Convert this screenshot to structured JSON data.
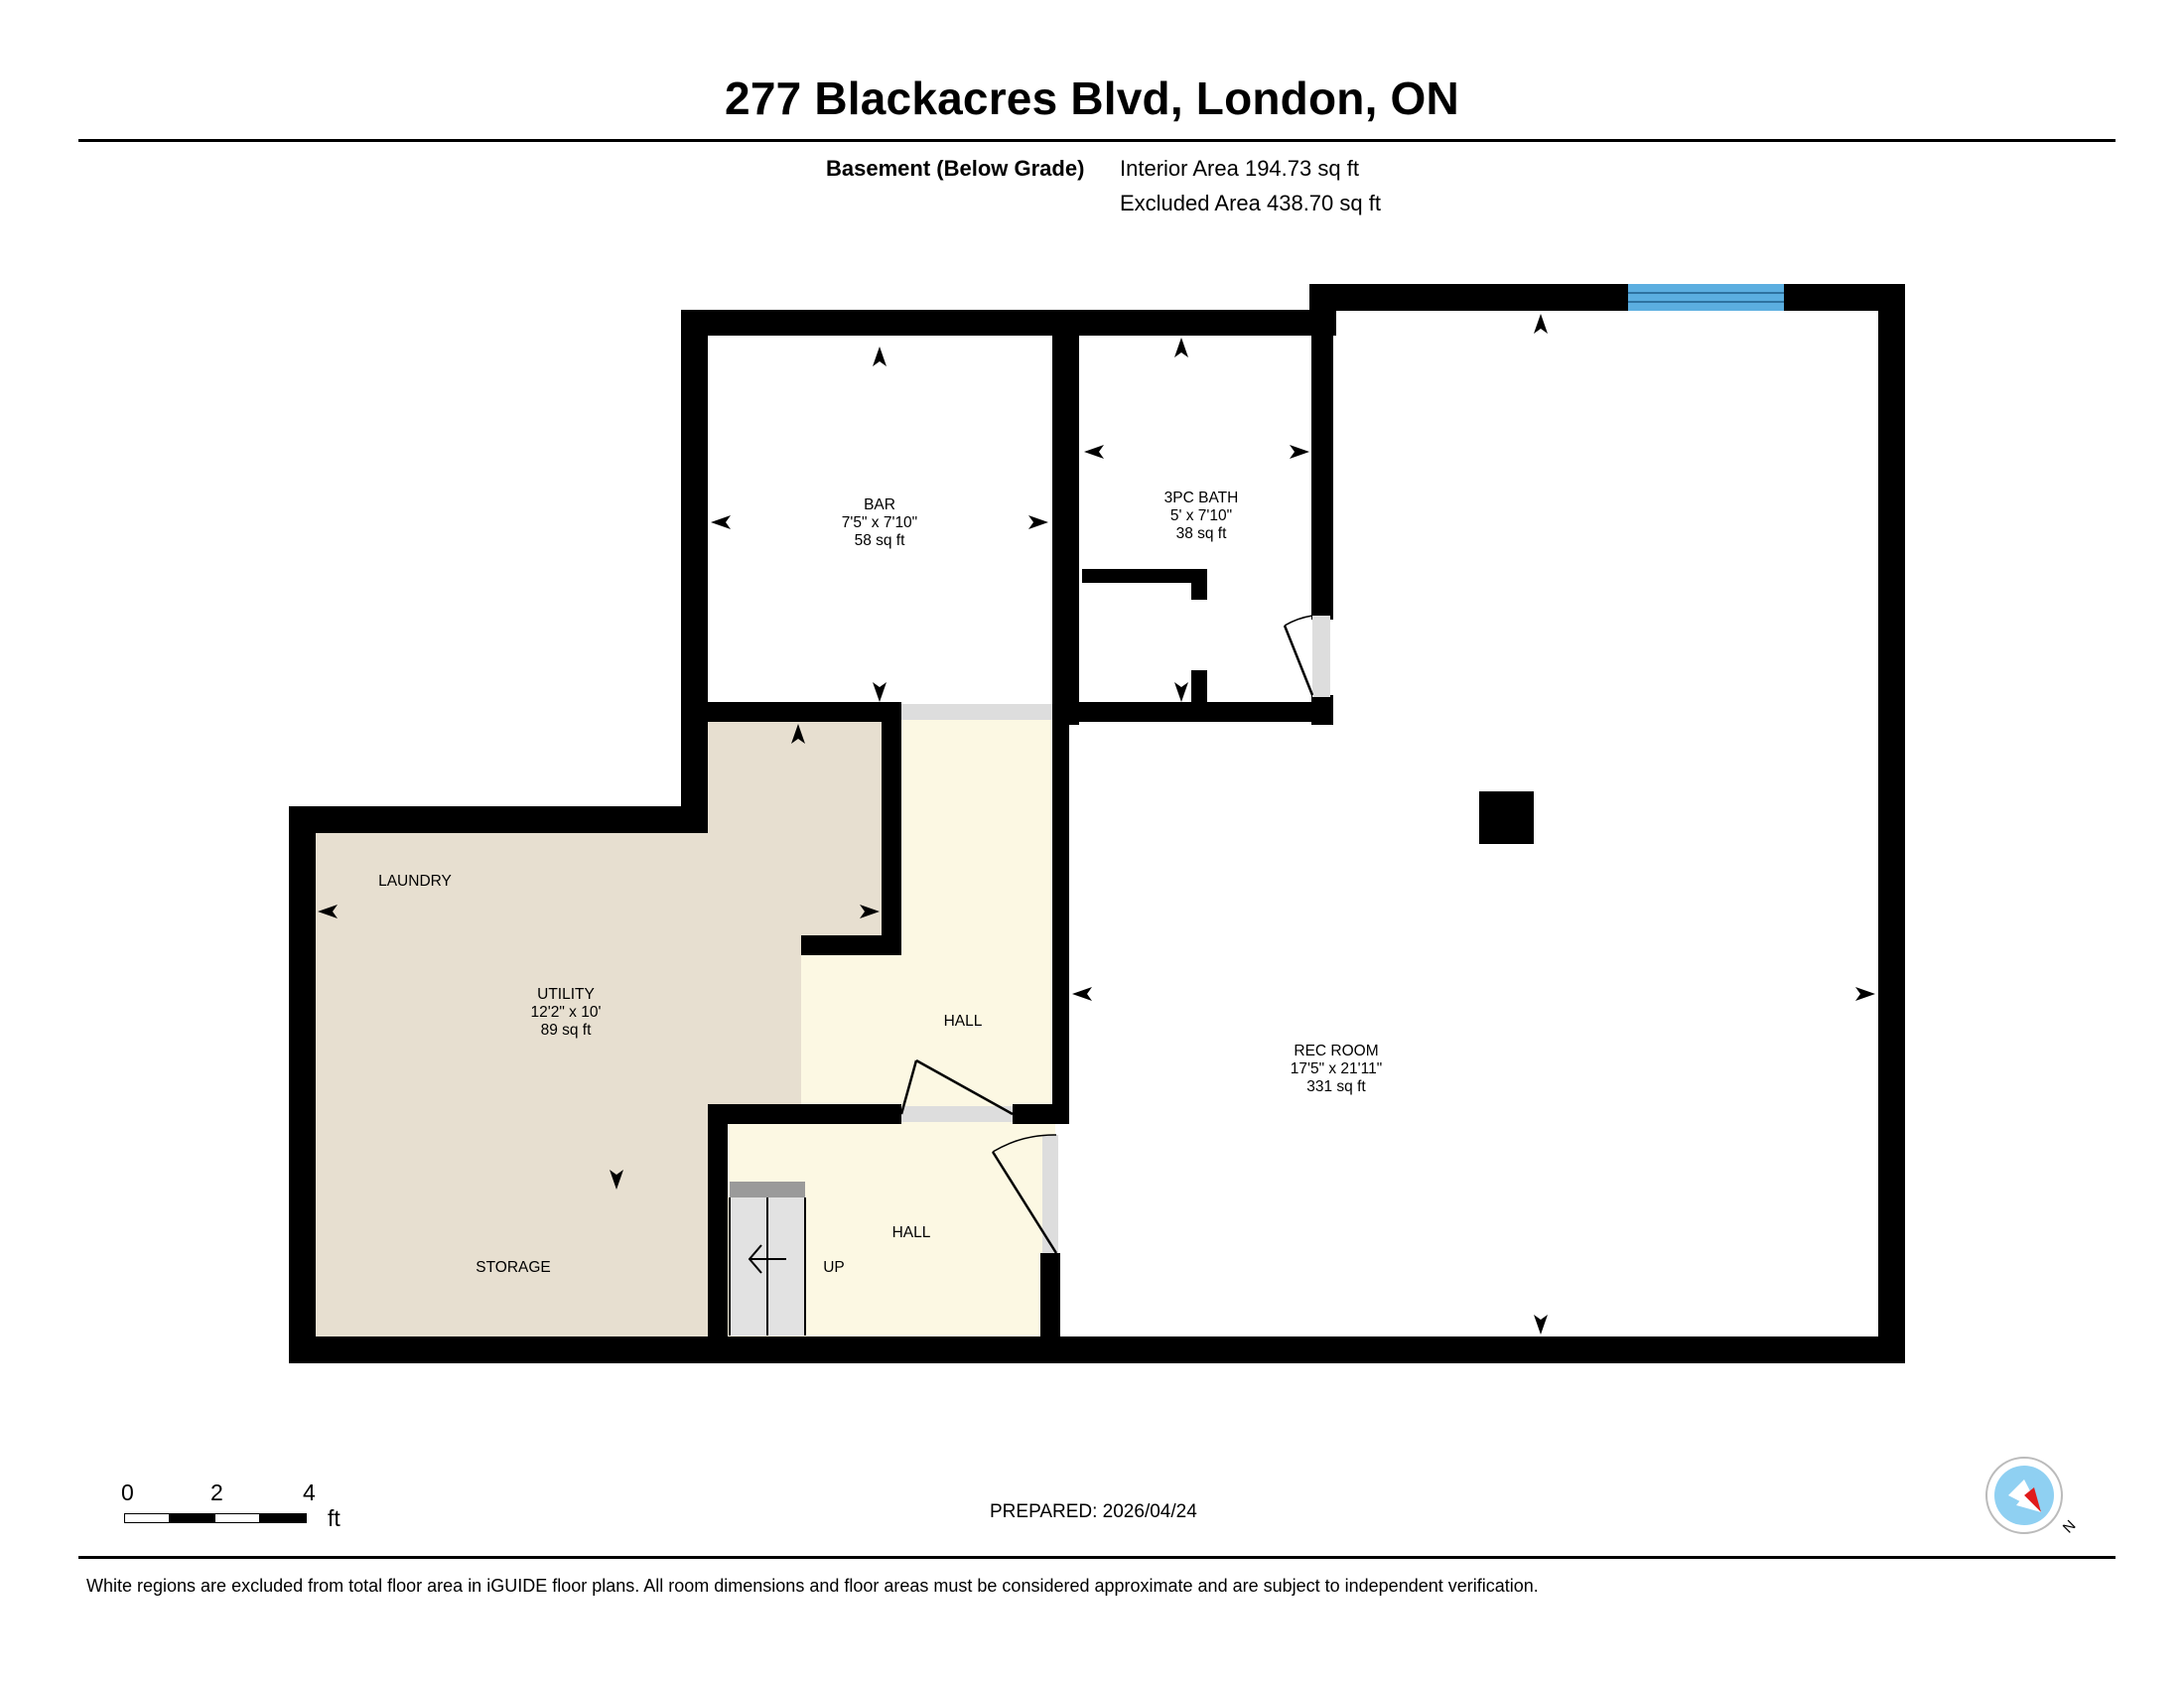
{
  "header": {
    "title": "277 Blackacres Blvd, London, ON"
  },
  "level": {
    "name": "Basement (Below Grade)",
    "interior_area": "Interior Area 194.73 sq ft",
    "excluded_area": "Excluded Area 438.70 sq ft"
  },
  "rooms": {
    "bar": {
      "name": "BAR",
      "dims": "7'5\" x 7'10\"",
      "area": "58 sq ft"
    },
    "bath": {
      "name": "3PC BATH",
      "dims": "5' x 7'10\"",
      "area": "38 sq ft"
    },
    "rec": {
      "name": "REC ROOM",
      "dims": "17'5\" x 21'11\"",
      "area": "331 sq ft"
    },
    "utility": {
      "name": "UTILITY",
      "dims": "12'2\" x 10'",
      "area": "89 sq ft"
    },
    "laundry": {
      "name": "LAUNDRY"
    },
    "storage": {
      "name": "STORAGE"
    },
    "hall_upper": {
      "name": "HALL"
    },
    "hall_lower": {
      "name": "HALL"
    },
    "stairs": {
      "label": "UP"
    }
  },
  "colors": {
    "wall": "#000000",
    "included_floor": "#fcf8e3",
    "excluded_tan": "#e7dfd0",
    "window": "#5baee0",
    "door": "#dddddd",
    "stairs": "#e2e2e2",
    "compass_red": "#e01b1b",
    "compass_blue": "#8fd0f2"
  },
  "scale": {
    "ticks": [
      "0",
      "2",
      "4"
    ],
    "unit": "ft"
  },
  "compass": {
    "label": "N"
  },
  "footer": {
    "prepared": "PREPARED: 2026/04/24",
    "disclaimer": "White regions are excluded from total floor area in iGUIDE floor plans. All room dimensions and floor areas must be considered approximate and are subject to independent verification."
  }
}
